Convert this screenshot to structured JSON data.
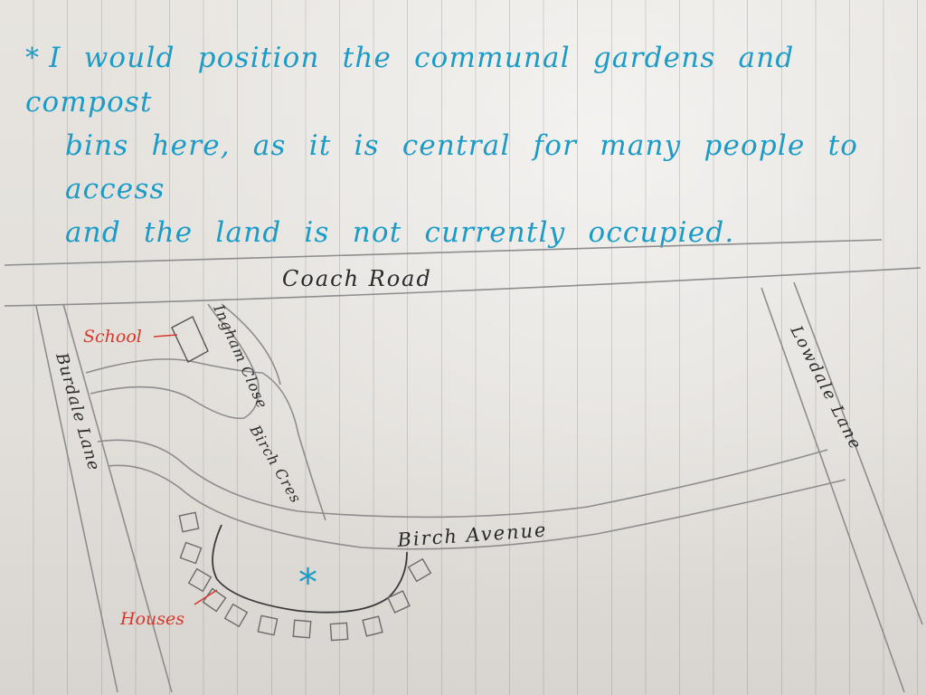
{
  "note": {
    "marker": "*",
    "line1": "I would position the communal gardens and compost",
    "line2": "bins here, as it is central for many people to access",
    "line3": "and the land is not currently occupied."
  },
  "map": {
    "roads": {
      "coach_road": "Coach Road",
      "burdale_lane": "Burdale Lane",
      "ingham_close": "Ingham Close",
      "birch_cres": "Birch Cres",
      "birch_avenue": "Birch Avenue",
      "lowdale_lane": "Lowdale Lane"
    },
    "labels": {
      "school": "School",
      "houses": "Houses"
    },
    "site_marker": "*"
  },
  "colors": {
    "note_ink": "#1b9bc6",
    "pencil": "#8d8d8d",
    "pen": "#2a2a2a",
    "label_red": "#d6392b"
  }
}
